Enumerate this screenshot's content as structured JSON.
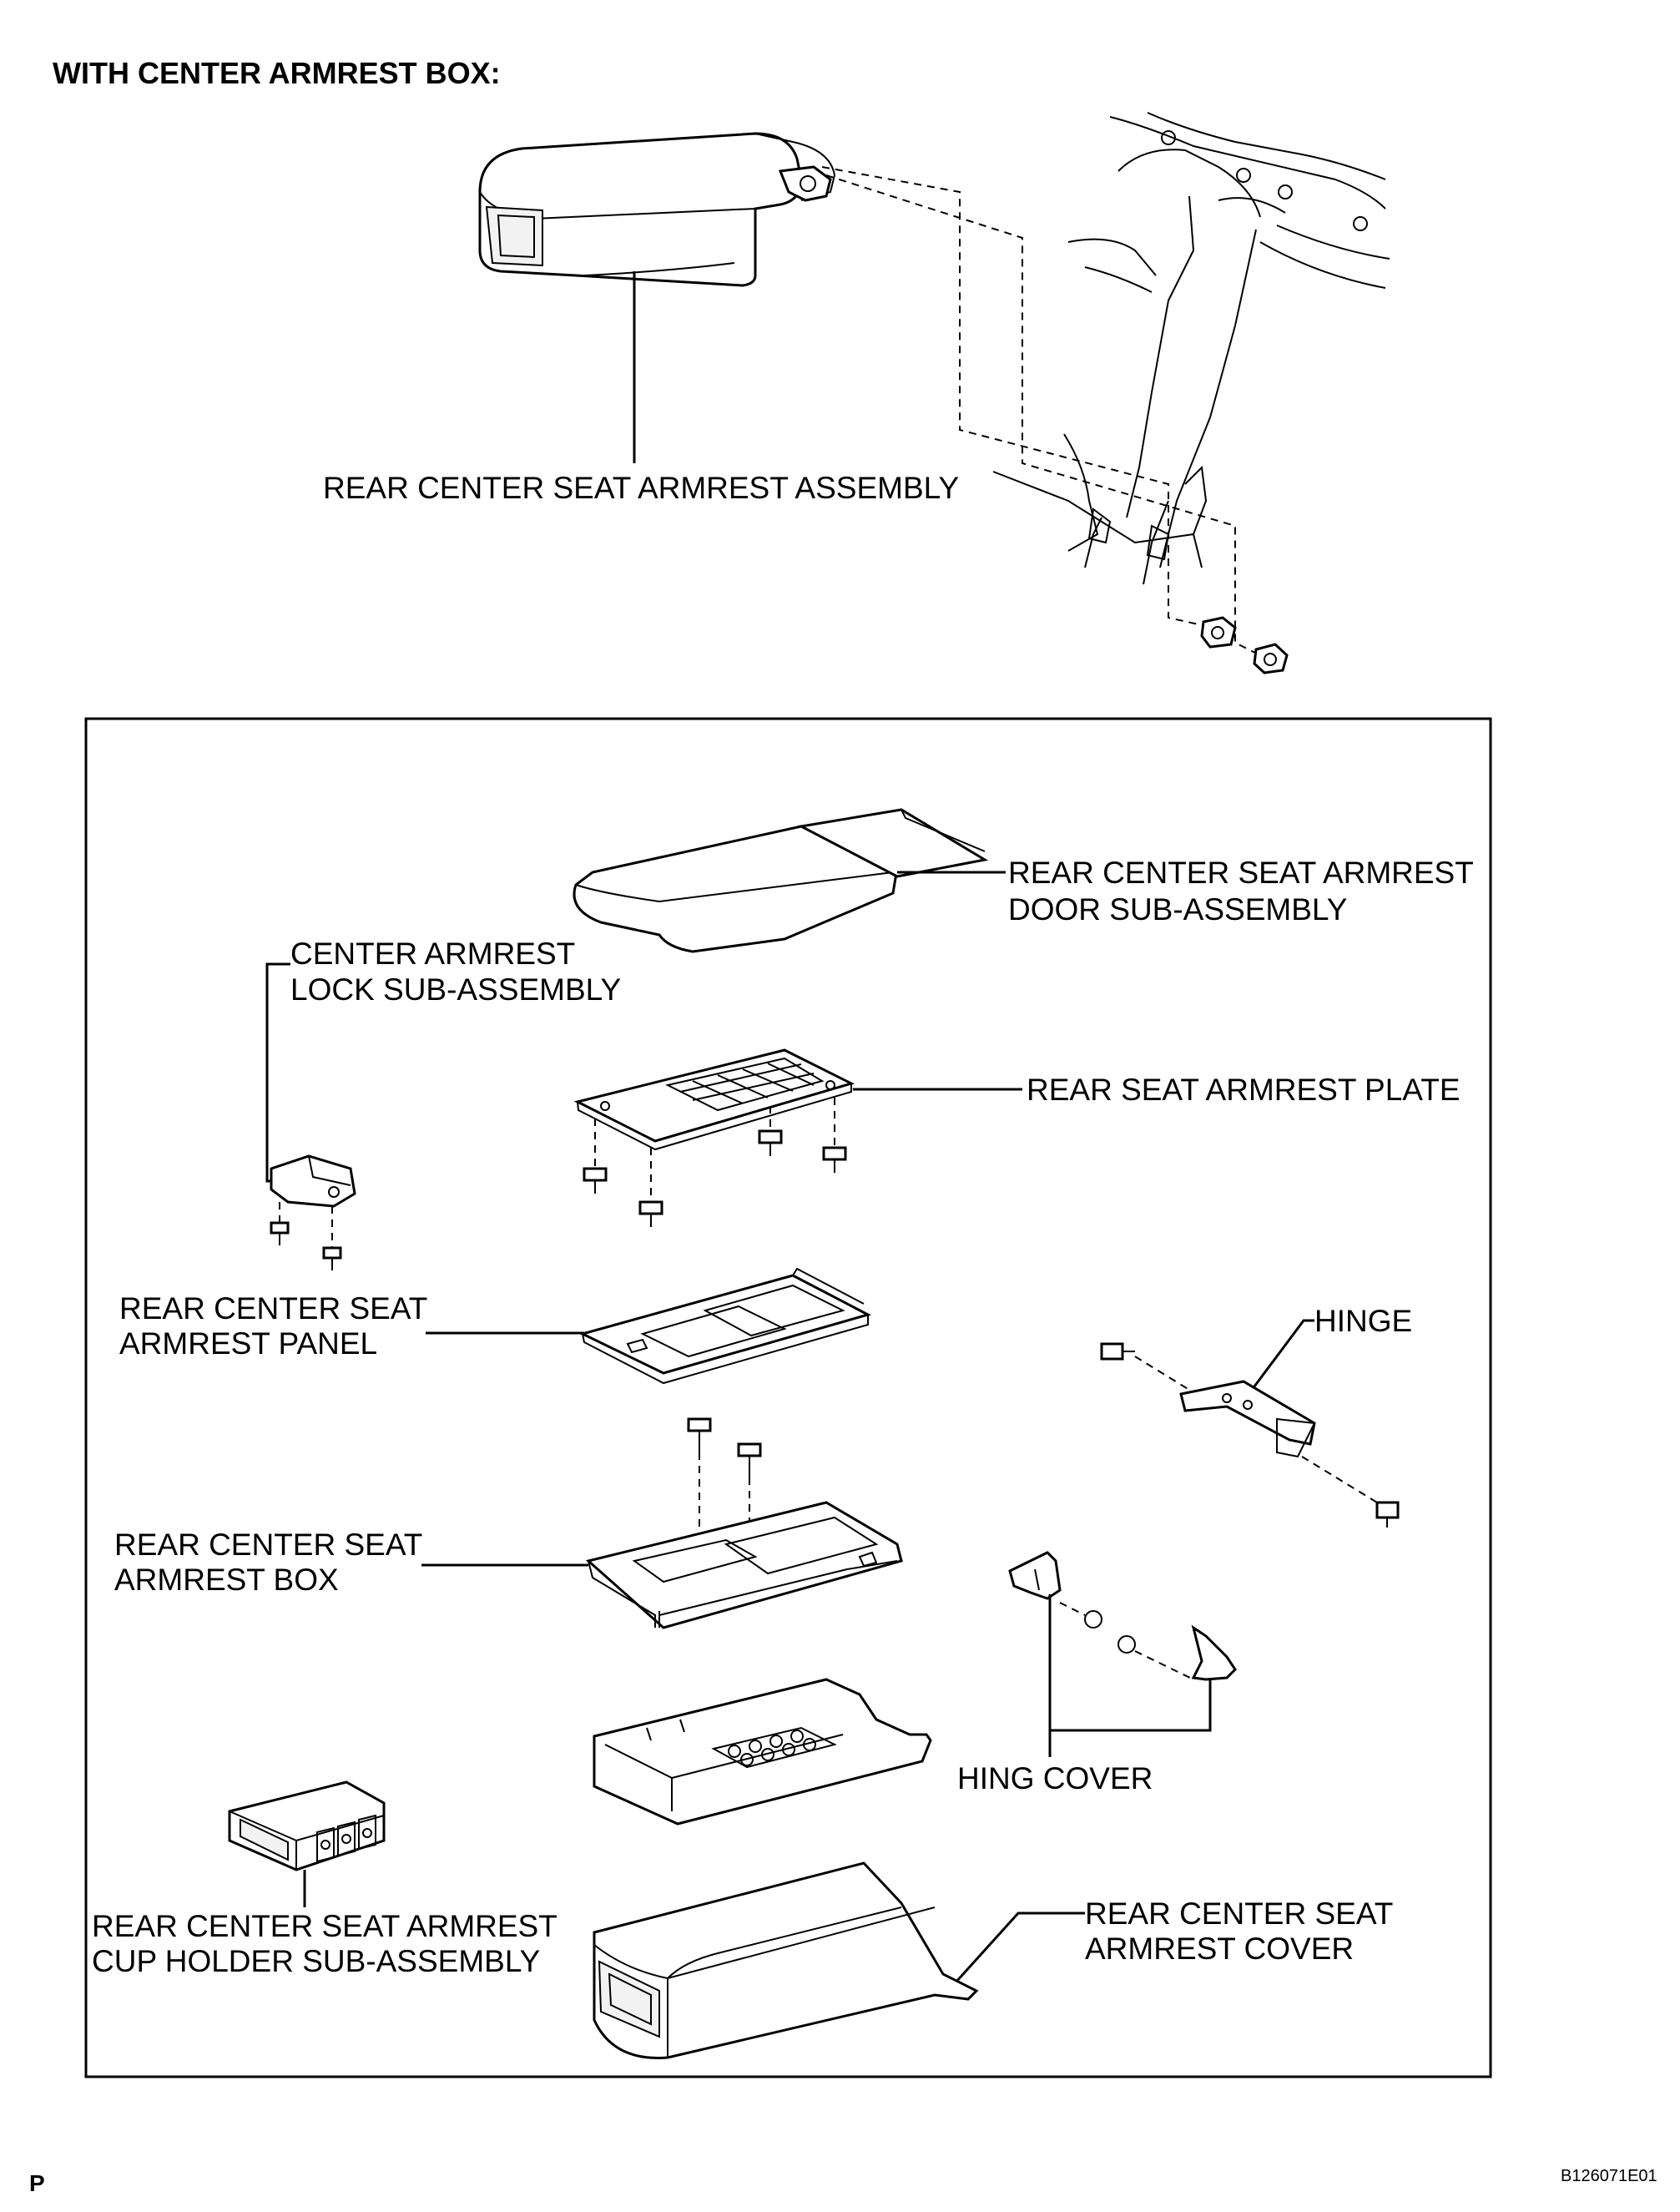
{
  "header": "WITH CENTER ARMREST BOX:",
  "labels": {
    "armrest_assembly": "REAR CENTER SEAT ARMREST ASSEMBLY",
    "door_sub_assembly_1": "REAR CENTER SEAT ARMREST",
    "door_sub_assembly_2": "DOOR SUB-ASSEMBLY",
    "lock_sub_assembly_1": "CENTER ARMREST",
    "lock_sub_assembly_2": "LOCK SUB-ASSEMBLY",
    "plate": "REAR SEAT ARMREST PLATE",
    "panel_1": "REAR CENTER SEAT",
    "panel_2": "ARMREST PANEL",
    "hinge": "HINGE",
    "box_1": "REAR CENTER SEAT",
    "box_2": "ARMREST BOX",
    "hinge_cover": "HING COVER",
    "cover_1": "REAR CENTER SEAT",
    "cover_2": "ARMREST COVER",
    "cup_holder_1": "REAR CENTER SEAT ARMREST",
    "cup_holder_2": "CUP HOLDER SUB-ASSEMBLY"
  },
  "footer": {
    "left_mark": "P",
    "figure_id": "B126071E01"
  }
}
